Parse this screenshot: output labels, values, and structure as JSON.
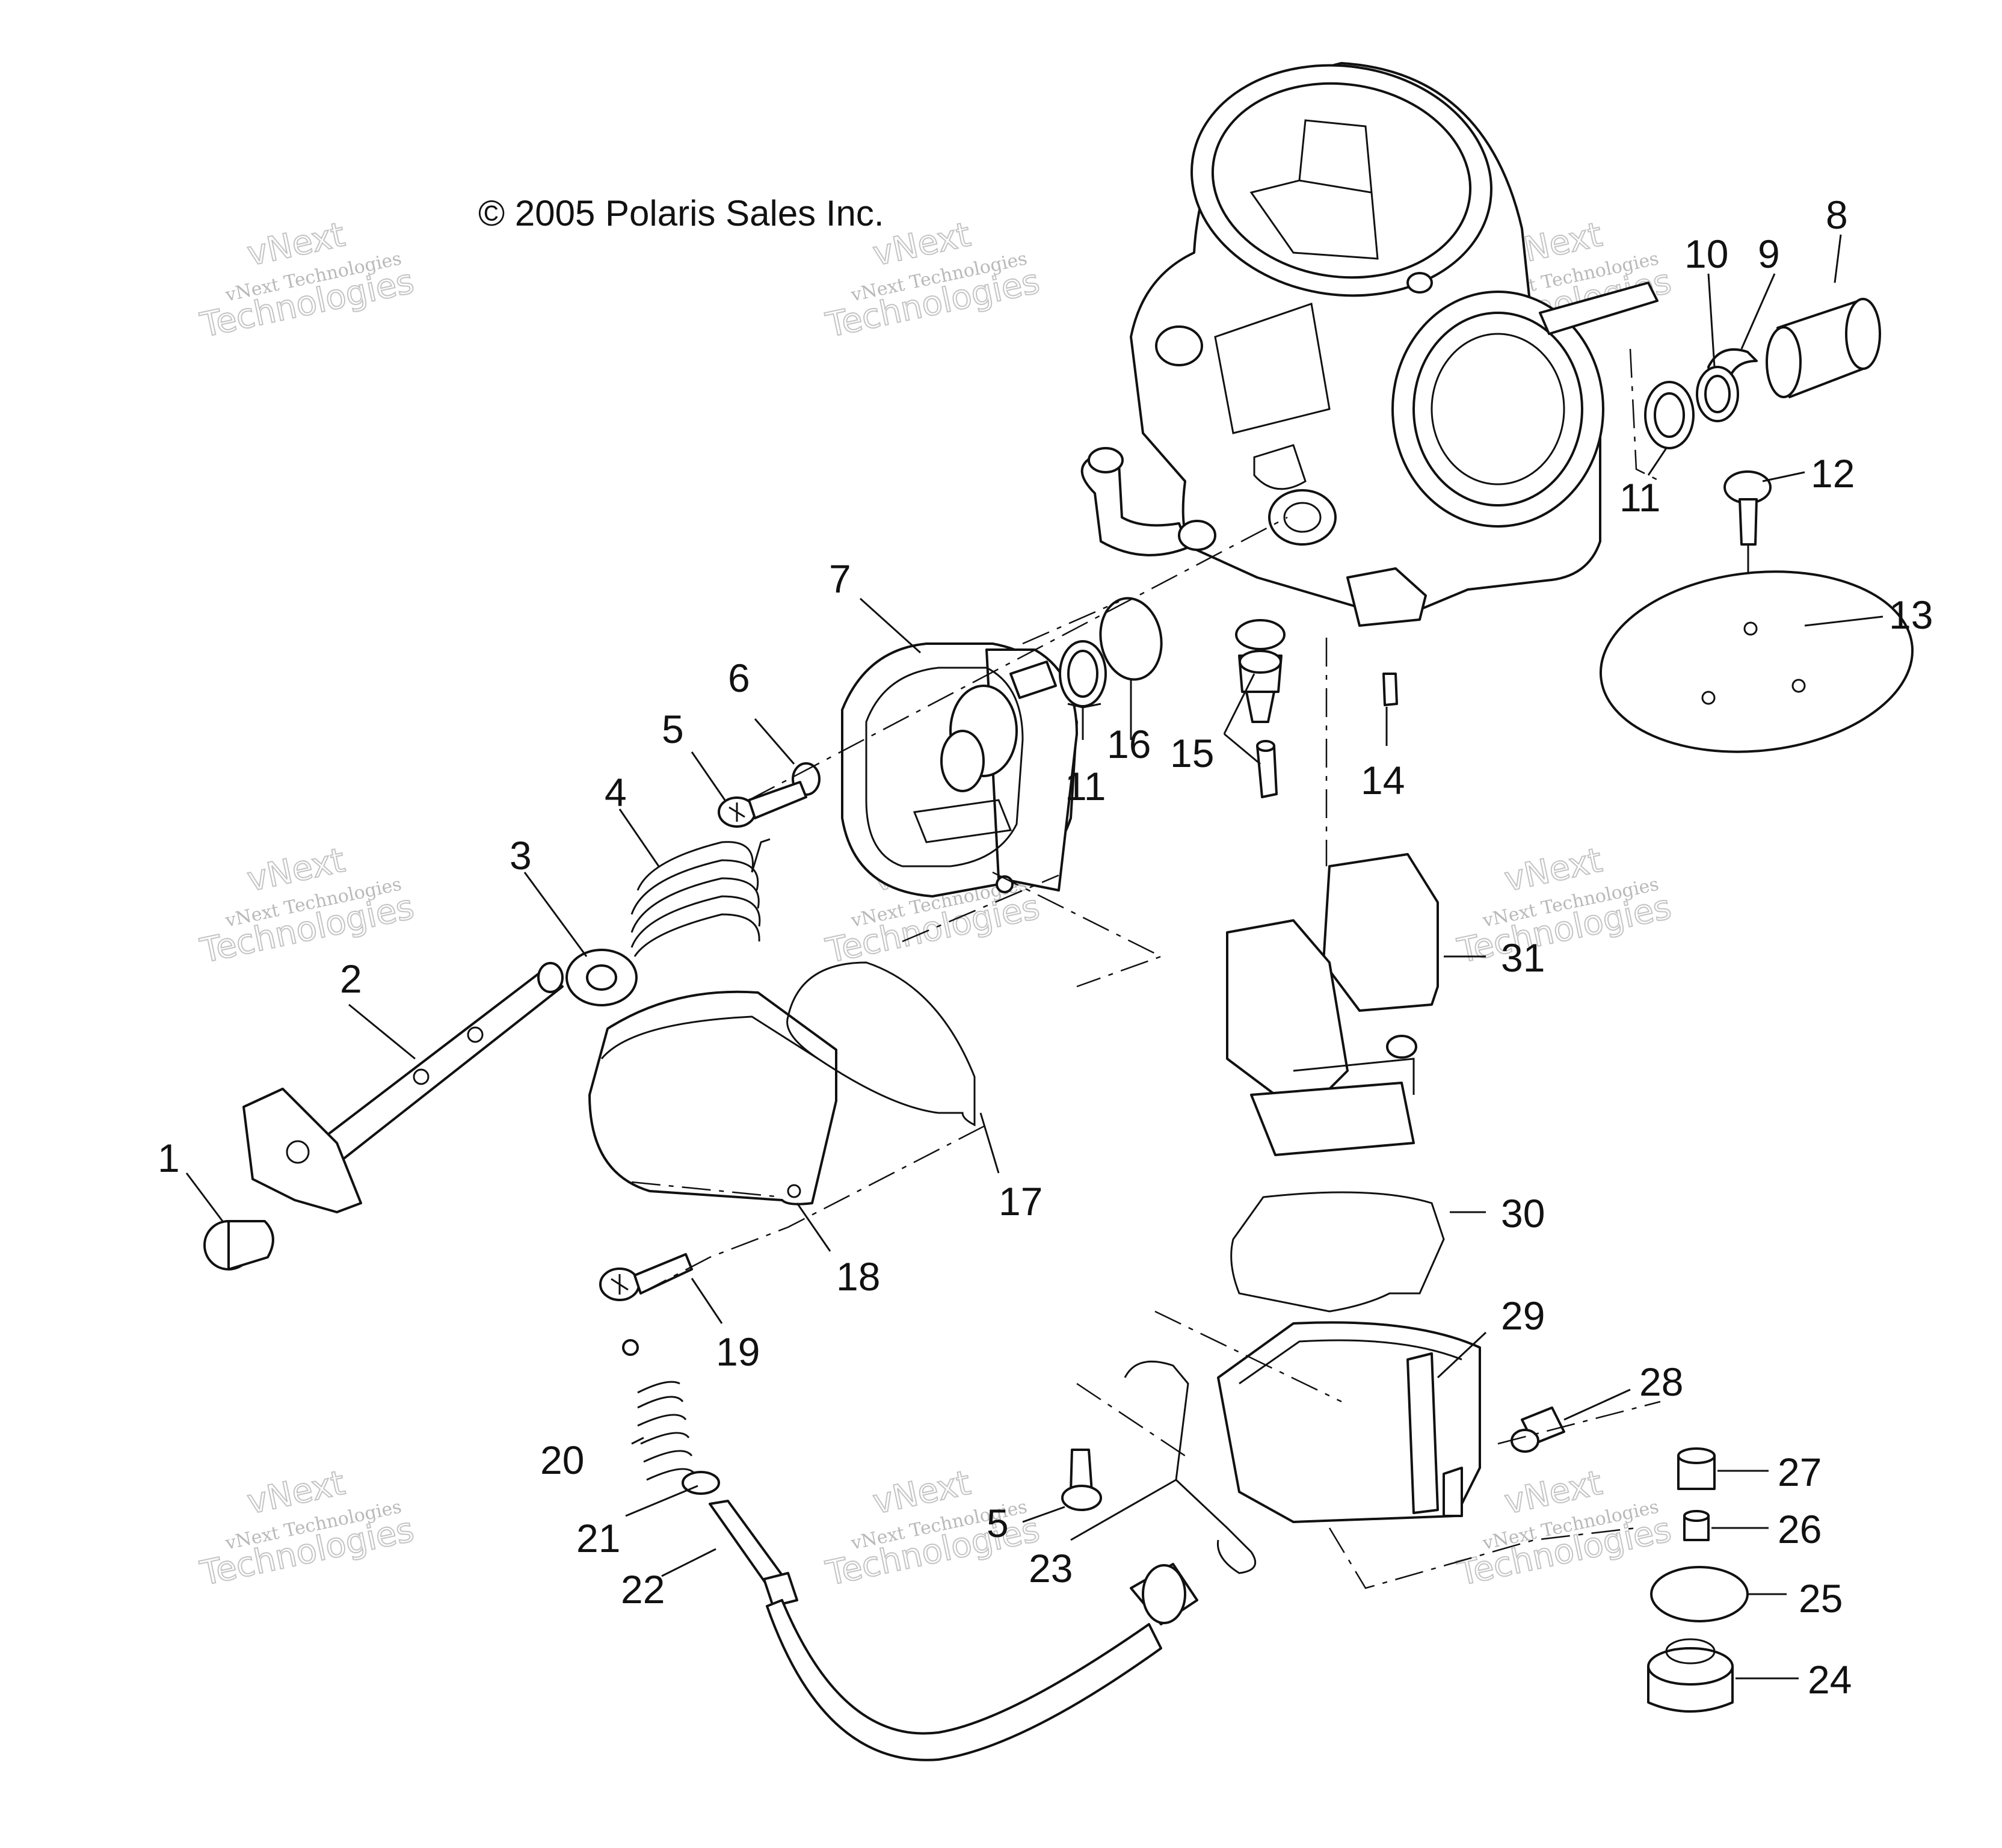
{
  "copyright": "© 2005 Polaris Sales Inc.",
  "watermark": {
    "line1": "vNext",
    "line2": "vNext Technologies",
    "line3": "Technologies"
  },
  "callouts": [
    "1",
    "2",
    "3",
    "4",
    "5",
    "6",
    "7",
    "8",
    "9",
    "10",
    "11",
    "12",
    "13",
    "14",
    "15",
    "16",
    "17",
    "18",
    "19",
    "20",
    "21",
    "22",
    "23",
    "24",
    "25",
    "26",
    "27",
    "28",
    "29",
    "30",
    "31"
  ],
  "extra_callouts": {
    "c11b": "11",
    "c5b": "5"
  }
}
